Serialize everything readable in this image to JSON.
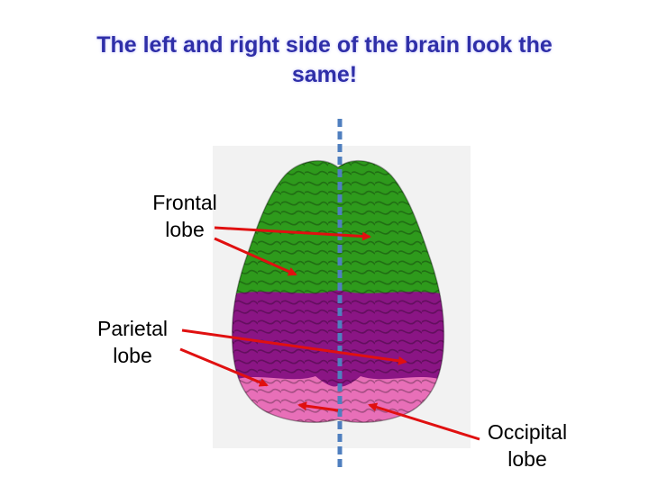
{
  "title_line1": "The left and right side of the brain look the",
  "title_line2": "same!",
  "labels": {
    "frontal": {
      "line1": "Frontal",
      "line2": "lobe"
    },
    "parietal": {
      "line1": "Parietal",
      "line2": "lobe"
    },
    "occipital": {
      "line1": "Occipital",
      "line2": "lobe"
    }
  },
  "colors": {
    "title": "#2f2fa8",
    "frontal": "#2e9a1c",
    "parietal": "#8a1584",
    "occipital": "#e86fb8",
    "arrow": "#e01010",
    "midline": "#4f7fbf"
  }
}
